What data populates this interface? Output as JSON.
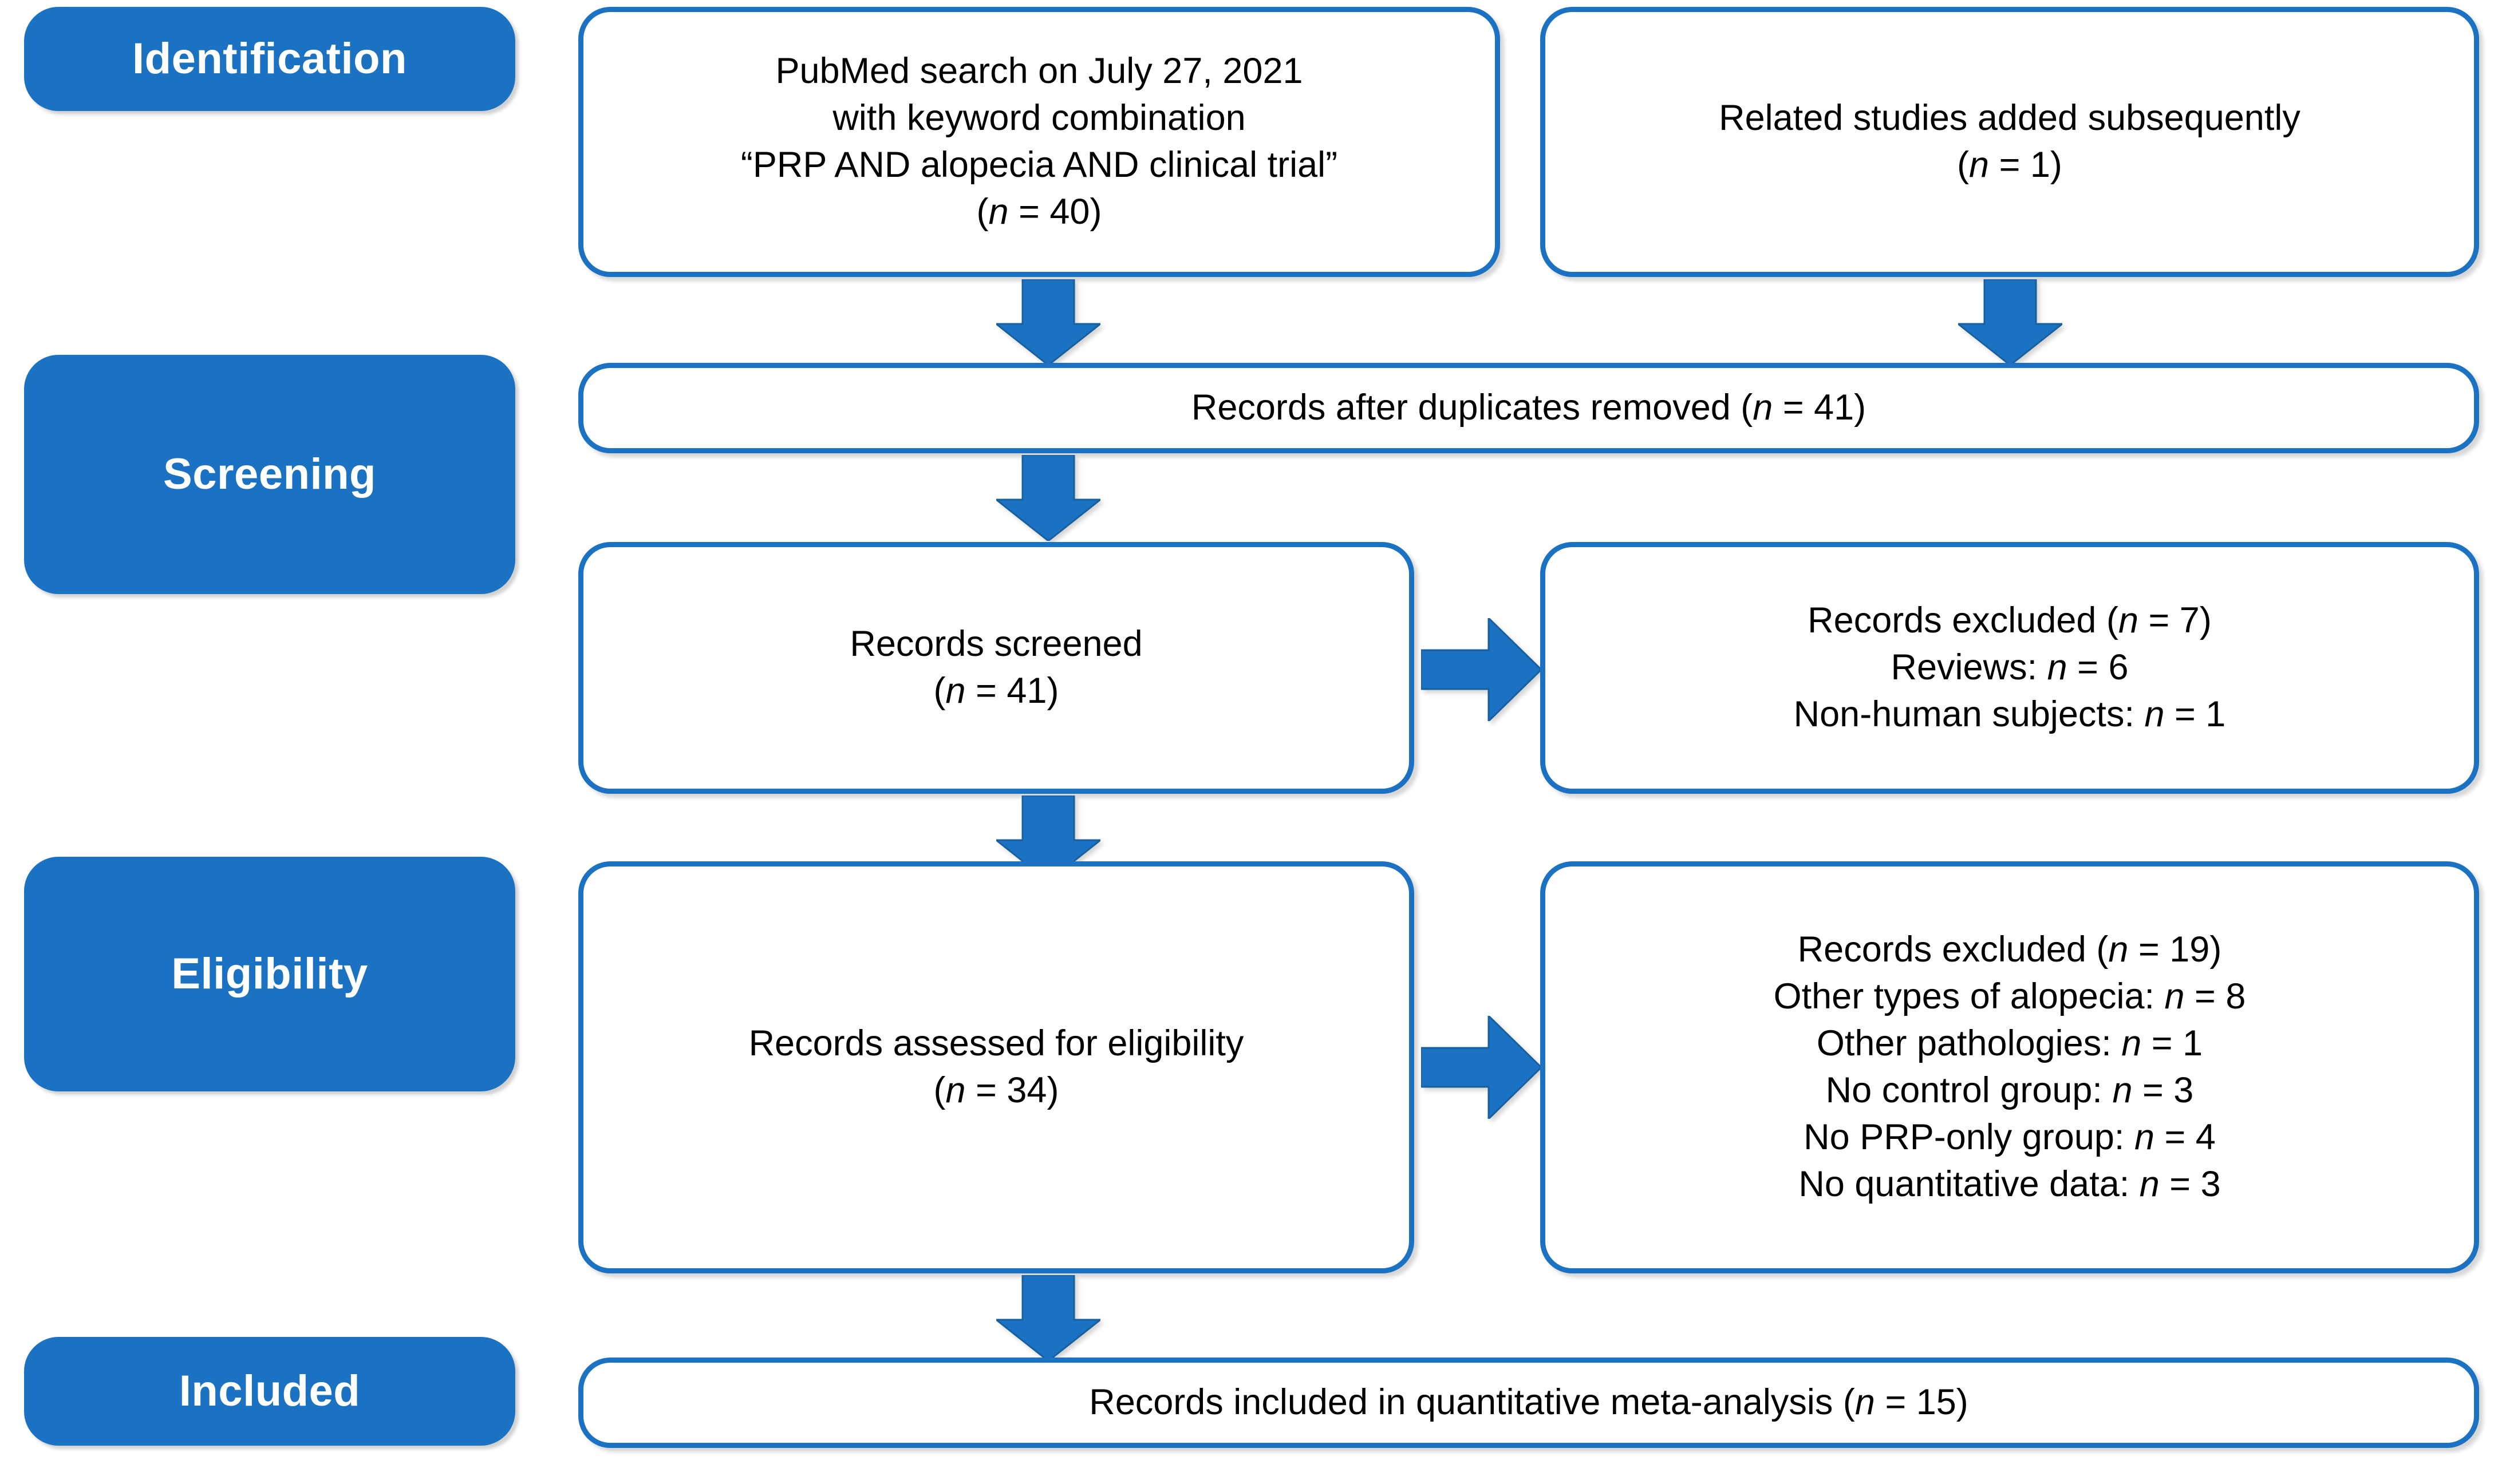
{
  "diagram": {
    "title": "PRISMA flow diagram",
    "accent_color": "#1C72C2",
    "box_fill": "#FFFFFF",
    "text_color": "#000000",
    "stage_label_color": "#FFFFFF"
  },
  "stages": [
    {
      "id": "identification",
      "label": "Identification"
    },
    {
      "id": "screening",
      "label": "Screening"
    },
    {
      "id": "eligibility",
      "label": "Eligibility"
    },
    {
      "id": "included",
      "label": "Included"
    }
  ],
  "boxes": {
    "pubmed_search": {
      "line1": "PubMed search on July 27, 2021",
      "line2": "with keyword combination",
      "line3": "“PRP AND alopecia AND clinical trial”",
      "line4_pre": "(",
      "line4_n": "n",
      "line4_post": " = 40)"
    },
    "related_studies": {
      "line1": "Related studies added subsequently",
      "line2_pre": "(",
      "line2_n": "n",
      "line2_post": " = 1)"
    },
    "duplicates_removed": {
      "line1_pre": "Records after duplicates removed (",
      "line1_n": "n",
      "line1_post": " = 41)"
    },
    "records_screened": {
      "line1": "Records screened",
      "line2_pre": "(",
      "line2_n": "n",
      "line2_post": " = 41)"
    },
    "excluded_screening": {
      "line1_pre": "Records excluded (",
      "line1_n": "n",
      "line1_post": " = 7)",
      "line2_pre": "Reviews: ",
      "line2_n": "n",
      "line2_post": " = 6",
      "line3_pre": "Non-human subjects: ",
      "line3_n": "n",
      "line3_post": " = 1"
    },
    "records_eligibility": {
      "line1": "Records assessed for eligibility",
      "line2_pre": "(",
      "line2_n": "n",
      "line2_post": " = 34)"
    },
    "excluded_eligibility": {
      "line1_pre": "Records excluded (",
      "line1_n": "n",
      "line1_post": " = 19)",
      "line2_pre": "Other types of alopecia: ",
      "line2_n": "n",
      "line2_post": " = 8",
      "line3_pre": "Other pathologies: ",
      "line3_n": "n",
      "line3_post": " = 1",
      "line4_pre": "No control group: ",
      "line4_n": "n",
      "line4_post": " = 3",
      "line5_pre": "No PRP-only group: ",
      "line5_n": "n",
      "line5_post": " = 4",
      "line6_pre": "No quantitative data: ",
      "line6_n": "n",
      "line6_post": " = 3"
    },
    "included_meta": {
      "line1_pre": "Records included in quantitative meta-analysis (",
      "line1_n": "n",
      "line1_post": " = 15)"
    }
  },
  "chart_data": {
    "type": "diagram-flow",
    "title": "PRISMA flow diagram",
    "nodes": [
      {
        "id": "pubmed_search",
        "stage": "Identification",
        "n": 40,
        "text": "PubMed search on July 27, 2021 with keyword combination “PRP AND alopecia AND clinical trial”"
      },
      {
        "id": "related_studies",
        "stage": "Identification",
        "n": 1,
        "text": "Related studies added subsequently"
      },
      {
        "id": "duplicates_removed",
        "stage": "Identification",
        "n": 41,
        "text": "Records after duplicates removed"
      },
      {
        "id": "records_screened",
        "stage": "Screening",
        "n": 41,
        "text": "Records screened"
      },
      {
        "id": "excluded_screening",
        "stage": "Screening",
        "n": 7,
        "text": "Records excluded",
        "breakdown": [
          {
            "reason": "Reviews",
            "n": 6
          },
          {
            "reason": "Non-human subjects",
            "n": 1
          }
        ]
      },
      {
        "id": "records_eligibility",
        "stage": "Eligibility",
        "n": 34,
        "text": "Records assessed for eligibility"
      },
      {
        "id": "excluded_eligibility",
        "stage": "Eligibility",
        "n": 19,
        "text": "Records excluded",
        "breakdown": [
          {
            "reason": "Other types of alopecia",
            "n": 8
          },
          {
            "reason": "Other pathologies",
            "n": 1
          },
          {
            "reason": "No control group",
            "n": 3
          },
          {
            "reason": "No PRP-only group",
            "n": 4
          },
          {
            "reason": "No quantitative data",
            "n": 3
          }
        ]
      },
      {
        "id": "included_meta",
        "stage": "Included",
        "n": 15,
        "text": "Records included in quantitative meta-analysis"
      }
    ],
    "edges": [
      {
        "from": "pubmed_search",
        "to": "duplicates_removed",
        "direction": "down"
      },
      {
        "from": "related_studies",
        "to": "duplicates_removed",
        "direction": "down"
      },
      {
        "from": "duplicates_removed",
        "to": "records_screened",
        "direction": "down"
      },
      {
        "from": "records_screened",
        "to": "excluded_screening",
        "direction": "right"
      },
      {
        "from": "records_screened",
        "to": "records_eligibility",
        "direction": "down"
      },
      {
        "from": "records_eligibility",
        "to": "excluded_eligibility",
        "direction": "right"
      },
      {
        "from": "records_eligibility",
        "to": "included_meta",
        "direction": "down"
      }
    ]
  }
}
